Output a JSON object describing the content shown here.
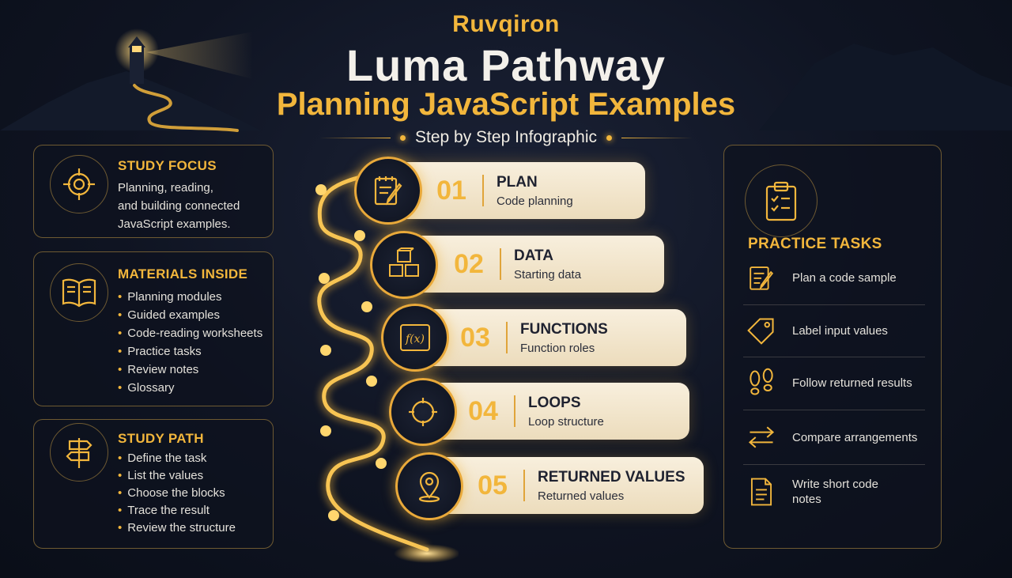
{
  "header": {
    "brand": "Ruvqiron",
    "title": "Luma Pathway",
    "subtitle": "Planning JavaScript Examples",
    "tagline": "Step by Step Infographic"
  },
  "study_focus": {
    "title": "STUDY FOCUS",
    "lines": [
      "Planning, reading,",
      "and building connected",
      "JavaScript examples."
    ],
    "icon": "target-icon"
  },
  "materials": {
    "title": "MATERIALS INSIDE",
    "icon": "book-icon",
    "items": [
      "Planning modules",
      "Guided examples",
      "Code-reading worksheets",
      "Practice tasks",
      "Review notes",
      "Glossary"
    ]
  },
  "study_path": {
    "title": "STUDY PATH",
    "icon": "signpost-icon",
    "items": [
      "Define the task",
      "List the values",
      "Choose the blocks",
      "Trace the result",
      "Review the structure"
    ]
  },
  "steps": [
    {
      "num": "01",
      "title": "PLAN",
      "sub": "Code planning",
      "icon": "notepad-pencil-icon"
    },
    {
      "num": "02",
      "title": "DATA",
      "sub": "Starting data",
      "icon": "cubes-icon"
    },
    {
      "num": "03",
      "title": "FUNCTIONS",
      "sub": "Function roles",
      "icon": "function-icon"
    },
    {
      "num": "04",
      "title": "LOOPS",
      "sub": "Loop structure",
      "icon": "loop-icon"
    },
    {
      "num": "05",
      "title": "RETURNED VALUES",
      "sub": "Returned values",
      "icon": "map-pin-icon"
    }
  ],
  "practice": {
    "title": "PRACTICE TASKS",
    "icon": "clipboard-check-icon",
    "items": [
      {
        "text": "Plan a code sample",
        "icon": "notepad-pencil-icon"
      },
      {
        "text": "Label input values",
        "icon": "tag-icon"
      },
      {
        "text": "Follow returned results",
        "icon": "footprints-icon"
      },
      {
        "text": "Compare arrangements",
        "icon": "swap-arrows-icon"
      },
      {
        "text": "Write short code notes",
        "icon": "document-icon"
      }
    ]
  },
  "colors": {
    "accent": "#f2b63c",
    "background": "#0f1422",
    "card": "#f3e6cb"
  }
}
